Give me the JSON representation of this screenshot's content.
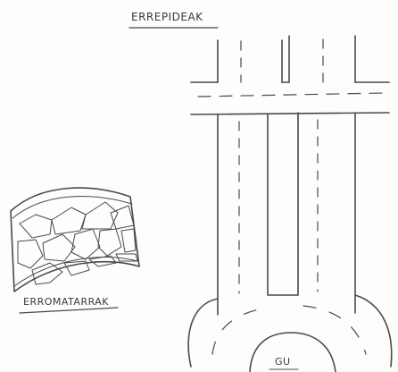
{
  "labels": {
    "title": "ERREPIDEAK",
    "roman_road": "ERROMATARRAK",
    "us": "GU"
  }
}
